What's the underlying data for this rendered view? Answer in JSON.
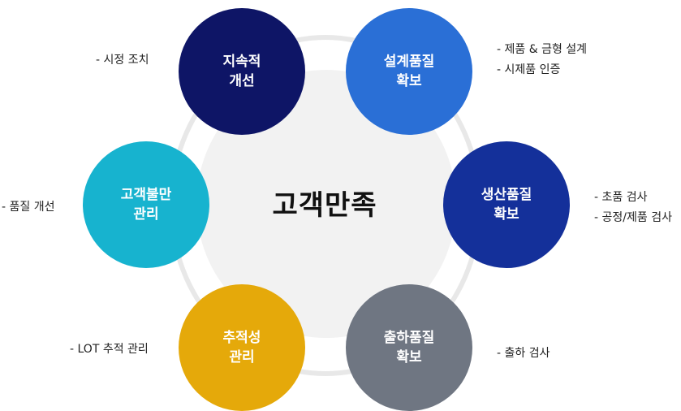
{
  "center": {
    "title": "고객만족"
  },
  "nodes": [
    {
      "key": "sustain",
      "line1": "지속적",
      "line2": "개선",
      "color": "#0e1566"
    },
    {
      "key": "design",
      "line1": "설계품질",
      "line2": "확보",
      "color": "#2a6fd6"
    },
    {
      "key": "production",
      "line1": "생산품질",
      "line2": "확보",
      "color": "#14309a"
    },
    {
      "key": "shipping",
      "line1": "출하품질",
      "line2": "확보",
      "color": "#6f7682"
    },
    {
      "key": "trace",
      "line1": "추적성",
      "line2": "관리",
      "color": "#e5a90a"
    },
    {
      "key": "complaint",
      "line1": "고객불만",
      "line2": "관리",
      "color": "#17b3cf"
    }
  ],
  "notes": {
    "sustain": [
      "- 시정 조치"
    ],
    "design": [
      "- 제품 & 금형 설계",
      "- 시제품 인증"
    ],
    "production": [
      "- 초품 검사",
      "- 공정/제품 검사"
    ],
    "shipping": [
      "- 출하 검사"
    ],
    "trace": [
      "- LOT 추적 관리"
    ],
    "complaint": [
      "- 품질 개선"
    ]
  }
}
